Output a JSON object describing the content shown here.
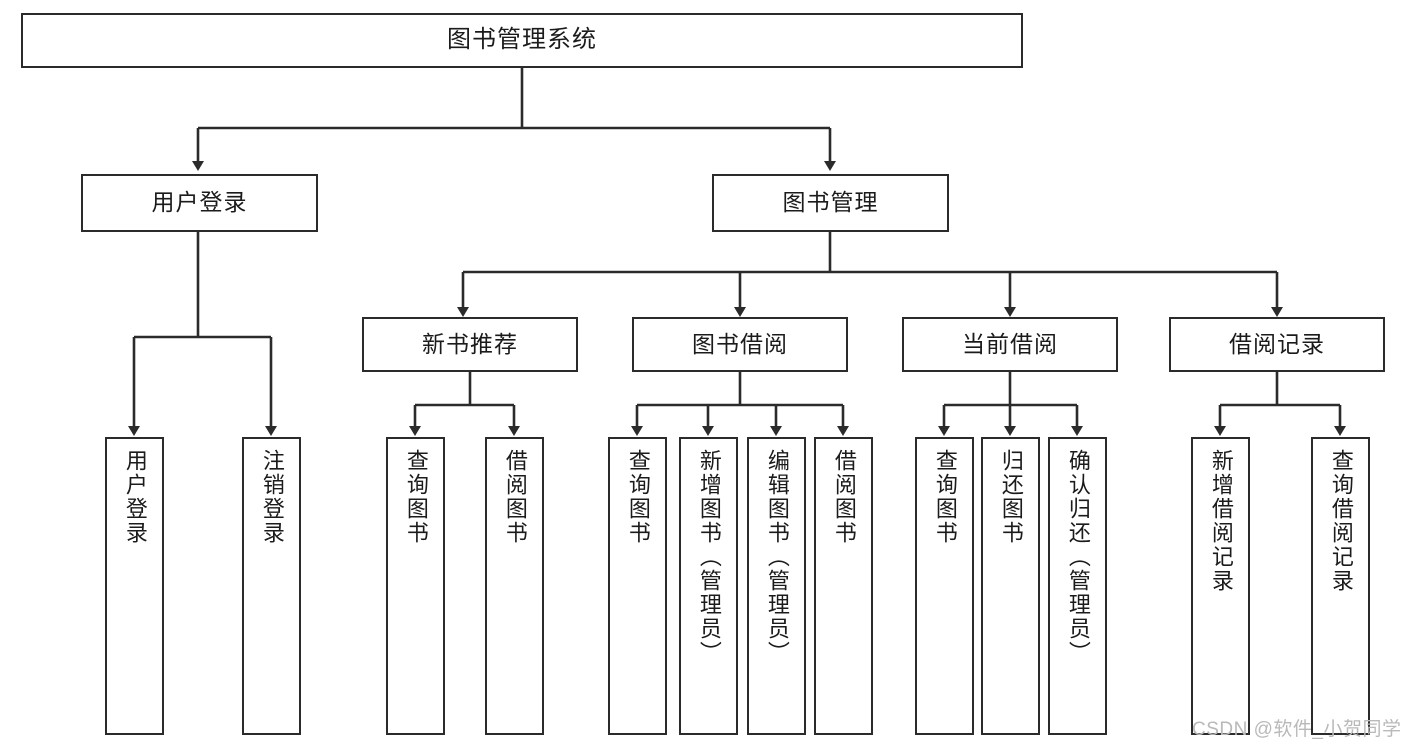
{
  "diagram": {
    "title": "图书管理系统",
    "type": "function-structure-tree",
    "colors": {
      "stroke": "#2b2b2b",
      "fill": "#ffffff",
      "text": "#1b1b1b",
      "watermark": "#b9b9b9"
    },
    "root": {
      "label": "图书管理系统"
    },
    "level1": [
      {
        "label": "用户登录"
      },
      {
        "label": "图书管理"
      }
    ],
    "level2": [
      {
        "label": "新书推荐"
      },
      {
        "label": "图书借阅"
      },
      {
        "label": "当前借阅"
      },
      {
        "label": "借阅记录"
      }
    ],
    "leaves": {
      "user_login": [
        {
          "label": "用户登录"
        },
        {
          "label": "注销登录"
        }
      ],
      "new_book_recommend": [
        {
          "label": "查询图书"
        },
        {
          "label": "借阅图书"
        }
      ],
      "book_borrow": [
        {
          "label": "查询图书"
        },
        {
          "label": "新增图书（管理员）"
        },
        {
          "label": "编辑图书（管理员）"
        },
        {
          "label": "借阅图书"
        }
      ],
      "current_borrow": [
        {
          "label": "查询图书"
        },
        {
          "label": "归还图书"
        },
        {
          "label": "确认归还（管理员）"
        }
      ],
      "borrow_record": [
        {
          "label": "新增借阅记录"
        },
        {
          "label": "查询借阅记录"
        }
      ]
    },
    "watermark": "CSDN @软件_小贺同学"
  }
}
